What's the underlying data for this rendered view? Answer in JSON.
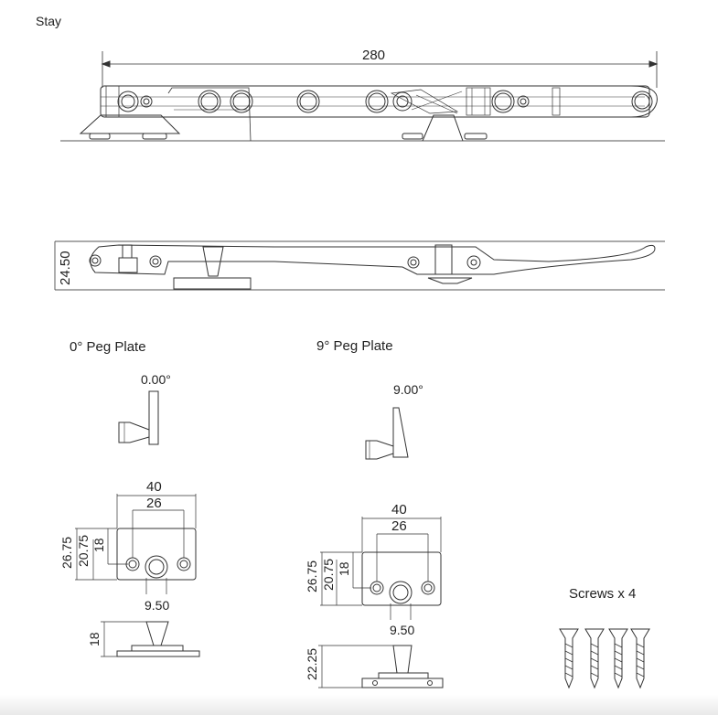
{
  "section_titles": {
    "stay": "Stay",
    "peg_plate_0": "0°  Peg Plate",
    "peg_plate_9": "9°  Peg Plate",
    "screws": "Screws x 4"
  },
  "dimensions": {
    "stay_length": "280",
    "stay_height": "24.50",
    "peg0_angle": "0.00°",
    "peg9_angle": "9.00°",
    "peg0_width": "40",
    "peg0_hole_spacing": "26",
    "peg0_height": "26.75",
    "peg0_mid": "20.75",
    "peg0_hole_offset": "18",
    "peg0_peg_diameter": "9.50",
    "peg0_peg_height": "18",
    "peg9_width": "40",
    "peg9_hole_spacing": "26",
    "peg9_height": "26.75",
    "peg9_mid": "20.75",
    "peg9_hole_offset": "18",
    "peg9_peg_diameter": "9.50",
    "peg9_peg_height": "22.25"
  },
  "colors": {
    "line": "#333333",
    "background": "#ffffff"
  }
}
